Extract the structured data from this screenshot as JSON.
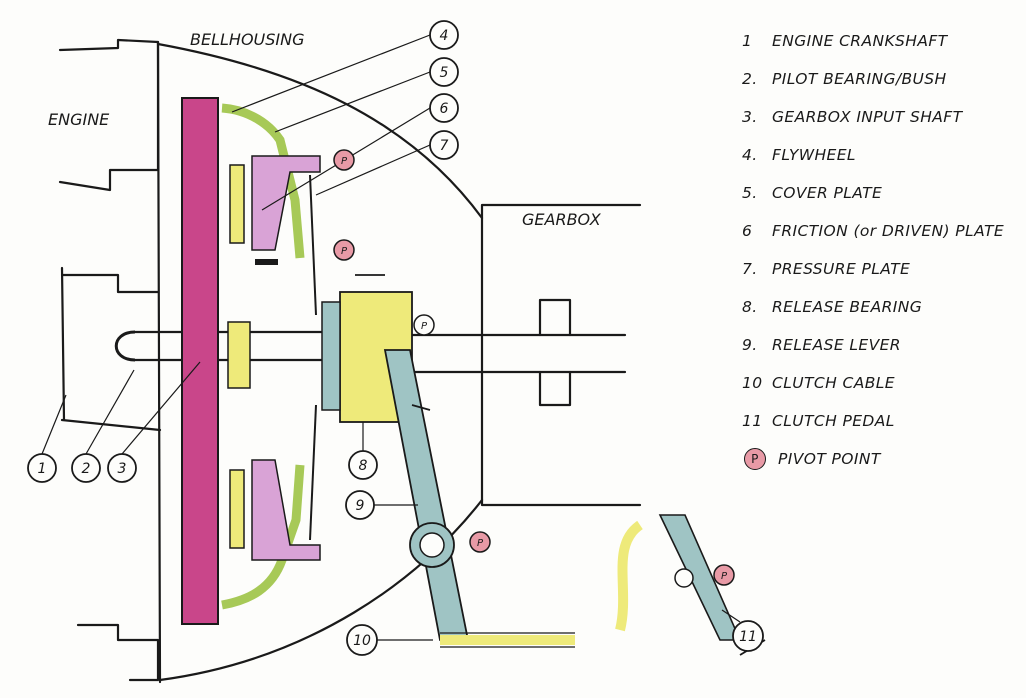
{
  "labels": {
    "bellhousing": "BELLHOUSING",
    "engine": "ENGINE",
    "gearbox": "GEARBOX",
    "pivot_marker": "P"
  },
  "callouts": [
    "1",
    "2",
    "3",
    "4",
    "5",
    "6",
    "7",
    "8",
    "9",
    "10",
    "11"
  ],
  "legend": [
    {
      "num": "1",
      "text": "ENGINE CRANKSHAFT"
    },
    {
      "num": "2.",
      "text": "PILOT BEARING/BUSH"
    },
    {
      "num": "3.",
      "text": "GEARBOX INPUT SHAFT"
    },
    {
      "num": "4.",
      "text": "FLYWHEEL"
    },
    {
      "num": "5.",
      "text": "COVER PLATE"
    },
    {
      "num": "6",
      "text": "FRICTION (or DRIVEN) PLATE"
    },
    {
      "num": "7.",
      "text": "PRESSURE PLATE"
    },
    {
      "num": "8.",
      "text": "RELEASE BEARING"
    },
    {
      "num": "9.",
      "text": "RELEASE LEVER"
    },
    {
      "num": "10",
      "text": "CLUTCH CABLE"
    },
    {
      "num": "11",
      "text": "CLUTCH PEDAL"
    }
  ],
  "pivot_legend": {
    "symbol": "P",
    "text": "PIVOT POINT"
  },
  "colors": {
    "flywheel": "#c9468a",
    "cover_plate": "#a7c957",
    "friction_plate": "#eeea7a",
    "pressure_plate": "#d9a3d6",
    "release_lever": "#9fc4c4",
    "pivot": "#e89aa6",
    "outline": "#1a1a1a"
  }
}
